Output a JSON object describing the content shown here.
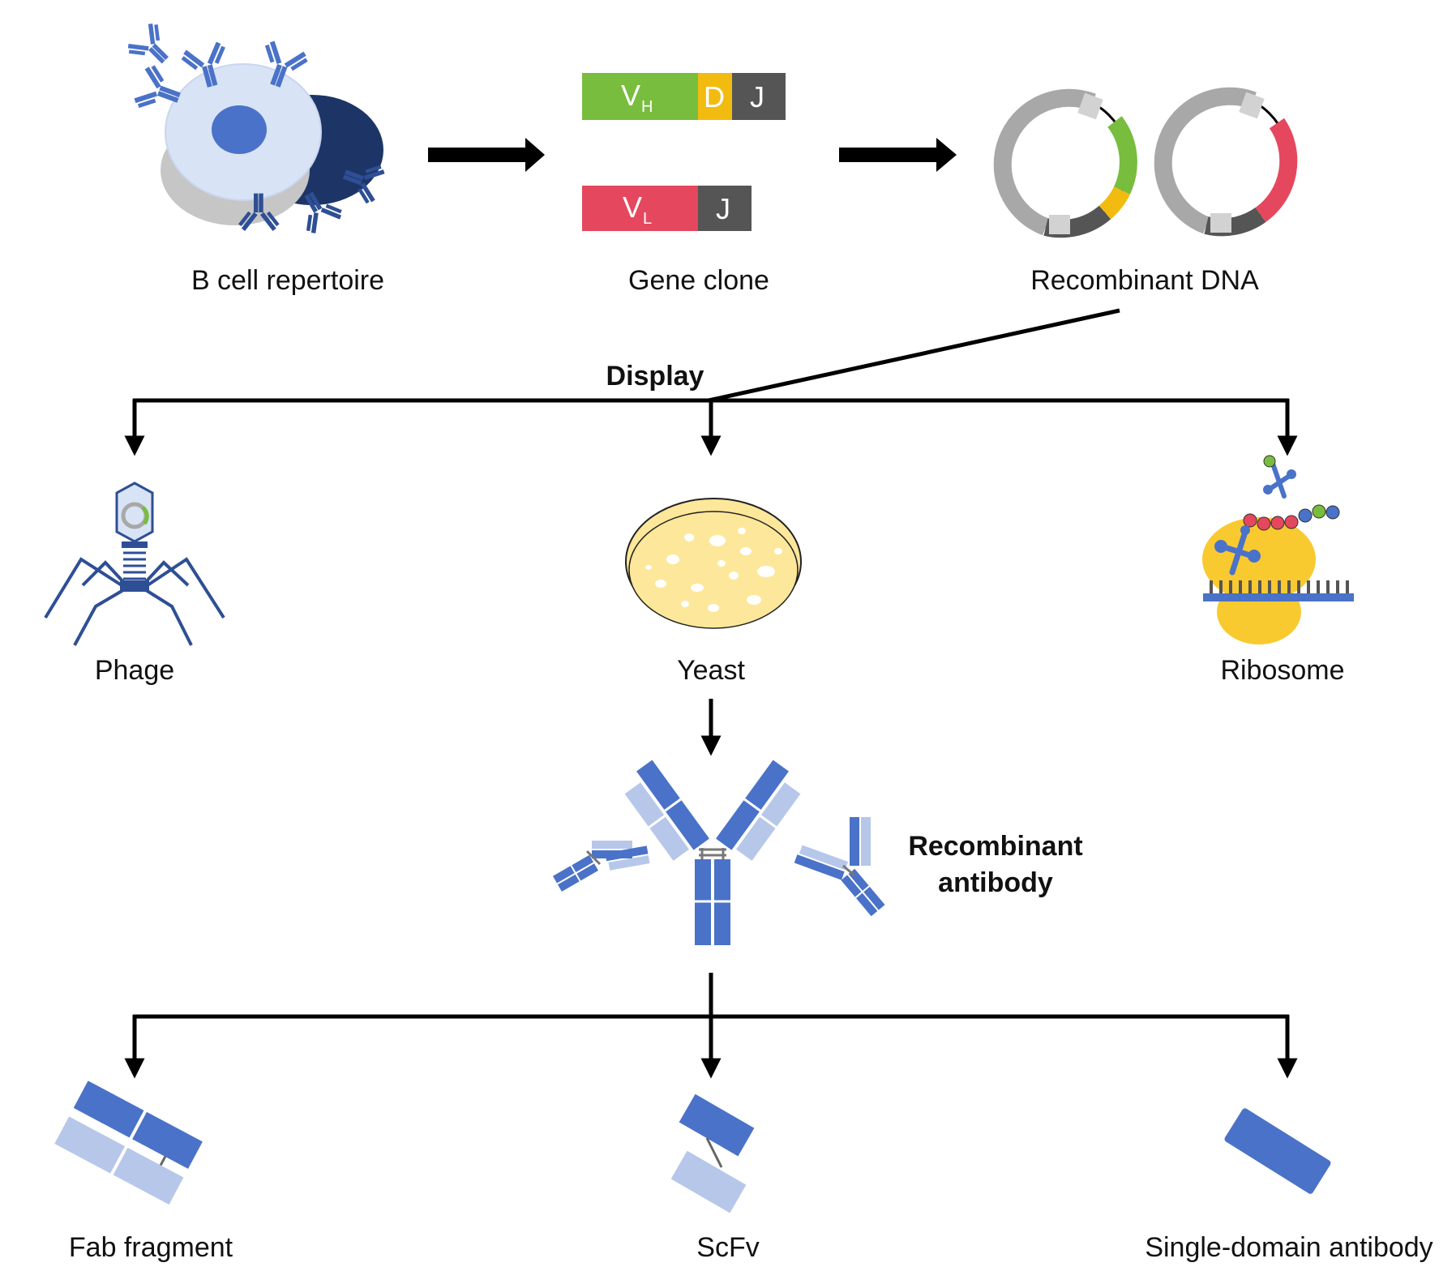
{
  "labels": {
    "bcell": "B cell repertoire",
    "gene_clone": "Gene clone",
    "recombinant_dna": "Recombinant DNA",
    "display": "Display",
    "phage": "Phage",
    "yeast": "Yeast",
    "ribosome": "Ribosome",
    "recombinant_antibody_line1": "Recombinant",
    "recombinant_antibody_line2": "antibody",
    "fab": "Fab fragment",
    "scfv": "ScFv",
    "sdab": "Single-domain antibody"
  },
  "genes": {
    "heavy": {
      "v": "V",
      "v_sub": "H",
      "d": "D",
      "j": "J"
    },
    "light": {
      "v": "V",
      "v_sub": "L",
      "j": "J"
    }
  },
  "colors": {
    "blue": "#4a72c8",
    "light_blue": "#b6c7ea",
    "navy": "#1d3566",
    "cell_light": "#d8e3f6",
    "green": "#78bd3e",
    "yellow": "#f2bb10",
    "red": "#e5485e",
    "dark_gray": "#555555",
    "gray": "#a8a8a8",
    "ribosome": "#f9c930",
    "yeast_fill": "#fde79a"
  }
}
